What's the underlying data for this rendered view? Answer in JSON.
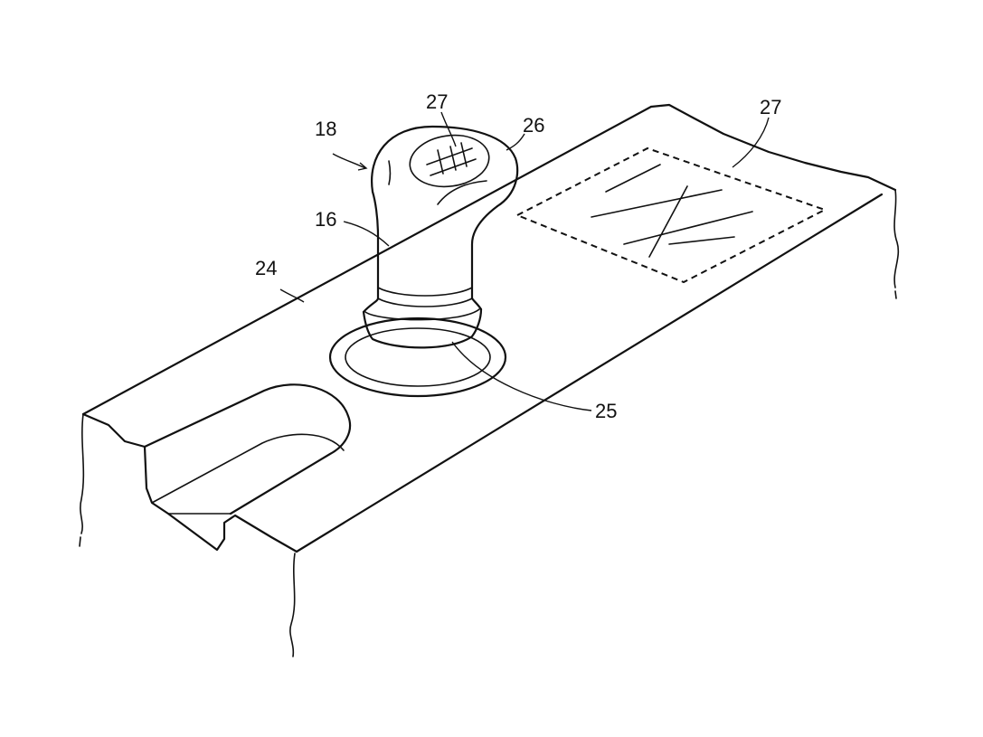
{
  "figure": {
    "labels": {
      "shift_assembly": "18",
      "shift_lever": "16",
      "console": "24",
      "boot": "25",
      "knob": "26",
      "pattern_on_knob": "27",
      "pattern_on_console": "27"
    }
  }
}
